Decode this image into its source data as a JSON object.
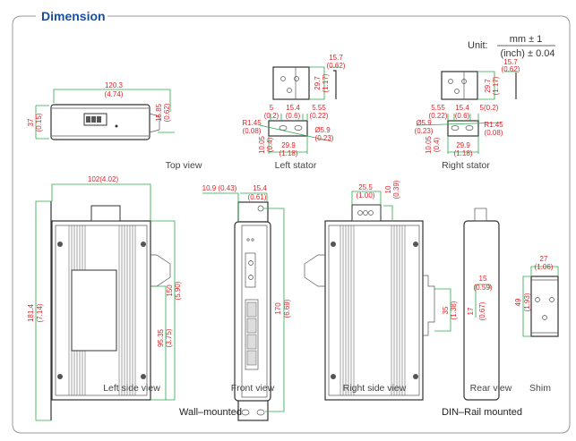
{
  "title": "Dimension",
  "unit": {
    "label": "Unit:",
    "numerator": "mm ± 1",
    "denominator": "(inch) ± 0.04"
  },
  "colors": {
    "title": "#1a4f9c",
    "dimension_text": "#e0252a",
    "dimension_line": "#2aa84a",
    "outline": "#333333"
  },
  "top_view": {
    "label": "Top view",
    "length": "120.3",
    "length_in": "(4.74)",
    "height": "37",
    "height_in": "(0.15)",
    "conn": "15.85",
    "conn_in": "(0.62)"
  },
  "left_stator": {
    "label": "Left stator",
    "side": "15.7",
    "side_in": "(0.62)",
    "h": "29.7",
    "h_in": "(1.17)",
    "a": "5",
    "a_in": "(0.2)",
    "b": "15.4",
    "b_in": "(0.6)",
    "c": "5.55",
    "c_in": "(0.22)",
    "r": "R1.45",
    "r_in": "(0.08)",
    "d": "Ø5.9",
    "d_in": "(0.23)",
    "e": "10.05",
    "e_in": "(0.4)",
    "w": "29.9",
    "w_in": "(1.18)"
  },
  "right_stator": {
    "label": "Right stator",
    "side": "15.7",
    "side_in": "(0.62)",
    "h": "29.7",
    "h_in": "(1.17)",
    "c": "5.55",
    "c_in": "(0.22)",
    "b": "15.4",
    "b_in": "(0.6)",
    "a": "5(0.2)",
    "d": "Ø5.9",
    "d_in": "(0.23)",
    "r": "R1.45",
    "r_in": "(0.08)",
    "e": "10.05",
    "e_in": "(0.4)",
    "w": "29.9",
    "w_in": "(1.18)"
  },
  "left_side_view": {
    "label": "Left side view",
    "width": "102(4.02)",
    "total": "181.4",
    "total_in": "(7.14)",
    "h": "150",
    "h_in": "(5.90)",
    "h2": "95.35",
    "h2_in": "(3.75)"
  },
  "front_view": {
    "label": "Front view",
    "a": "10.9 (0.43)",
    "b": "15.4",
    "b_in": "(0.61)",
    "h": "170",
    "h_in": "(6.69)"
  },
  "right_side_view": {
    "label": "Right side view",
    "w": "25.5",
    "w_in": "(1.00)",
    "t": "10",
    "t_in": "(0.39)",
    "rail": "35",
    "rail_in": "(1.38)"
  },
  "rear_view": {
    "label": "Rear view",
    "w": "15",
    "w_in": "(0.59)",
    "h": "17",
    "h_in": "(0.67)"
  },
  "shim": {
    "label": "Shim",
    "w": "27",
    "w_in": "(1.06)",
    "h": "49",
    "h_in": "(1.93)"
  },
  "groups": {
    "wall": "Wall–mounted",
    "din": "DIN–Rail mounted"
  }
}
